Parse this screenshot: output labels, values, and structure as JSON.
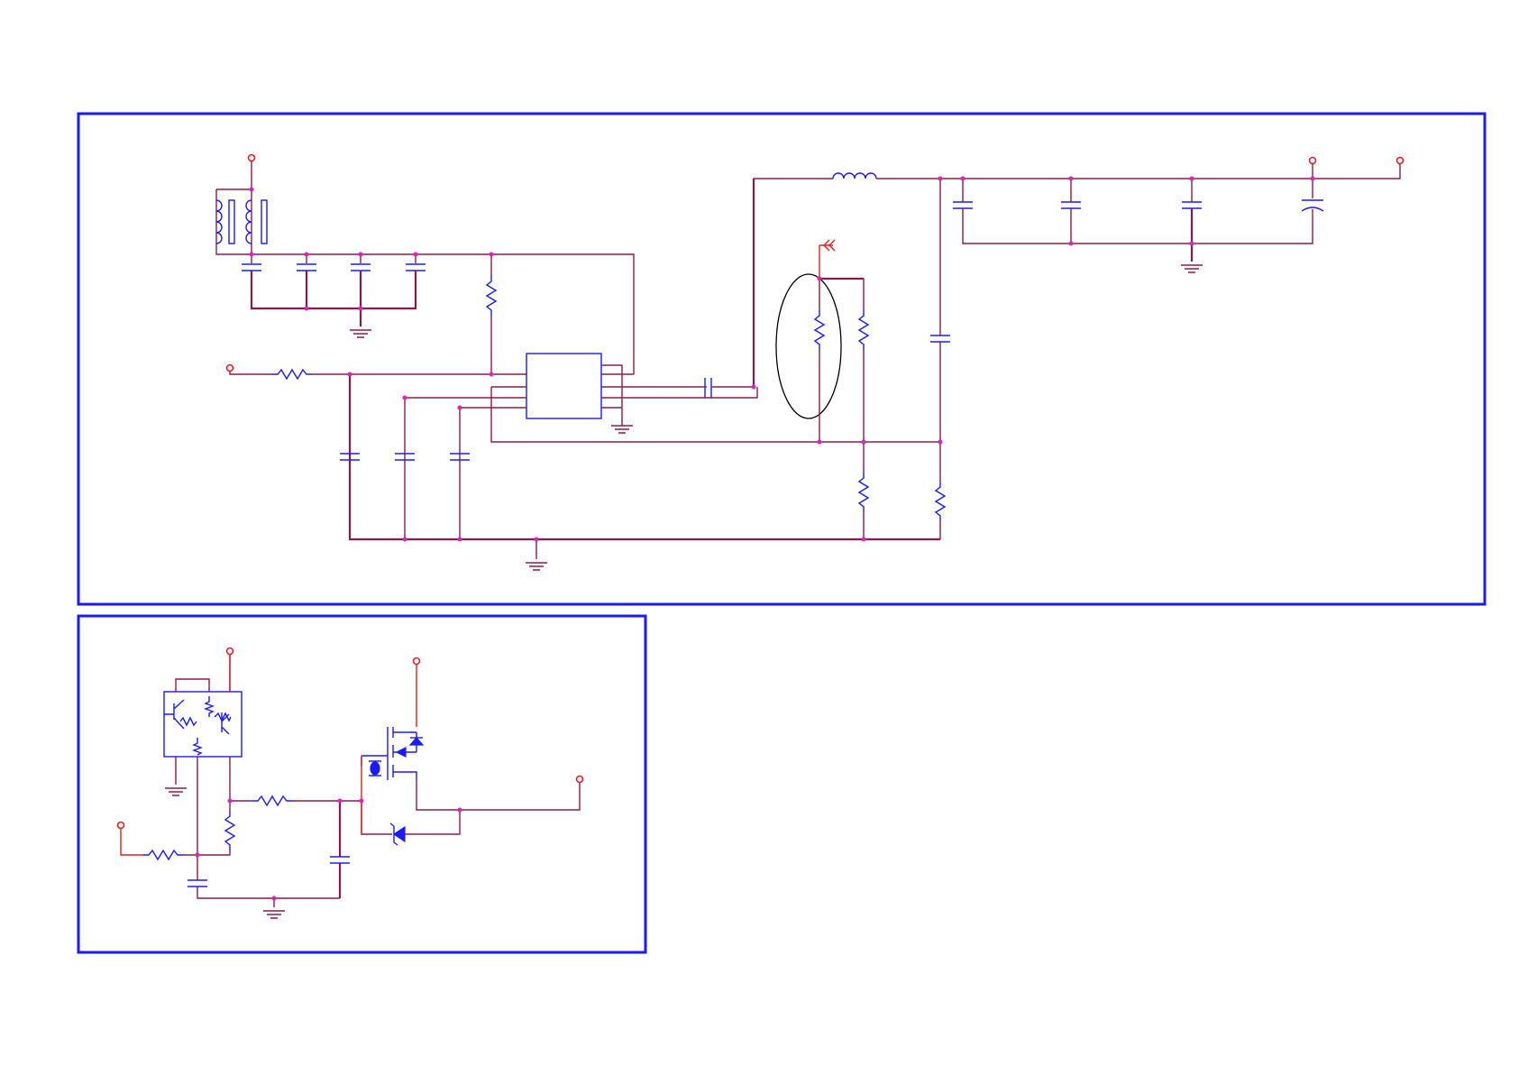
{
  "diagram": {
    "type": "electronic-schematic",
    "colors": {
      "frame": "#1a1aff",
      "wire": "#8b1a4a",
      "component": "#1a1aff",
      "junction": "#e020c0",
      "port": "#e02020"
    },
    "panels": [
      {
        "name": "power-converter-panel",
        "icons": [
          "coupled-inductor-icon",
          "ic-icon",
          "inductor-icon",
          "resistor-icon",
          "capacitor-icon",
          "polarized-capacitor-icon",
          "ground-icon",
          "port-icon"
        ]
      },
      {
        "name": "load-switch-panel",
        "icons": [
          "transistor-array-icon",
          "mosfet-icon",
          "zener-diode-icon",
          "resistor-icon",
          "capacitor-icon",
          "ground-icon",
          "port-icon"
        ]
      }
    ]
  }
}
